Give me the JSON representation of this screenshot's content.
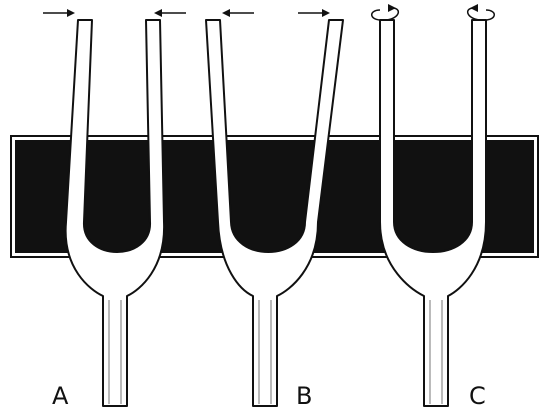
{
  "figure": {
    "forks": [
      {
        "label": "A",
        "motion": "inward-arrows",
        "arrow_icons": [
          "arrow-right-icon",
          "arrow-left-icon"
        ]
      },
      {
        "label": "B",
        "motion": "outward-arrows",
        "arrow_icons": [
          "arrow-left-icon",
          "arrow-right-icon"
        ]
      },
      {
        "label": "C",
        "motion": "twisting-arrows",
        "arrow_icons": [
          "twist-arrow-icon",
          "twist-arrow-icon"
        ]
      }
    ],
    "colors": {
      "ink": "#111111",
      "fork_fill": "#ffffff",
      "background_band": "#111111",
      "page": "#ffffff"
    }
  }
}
